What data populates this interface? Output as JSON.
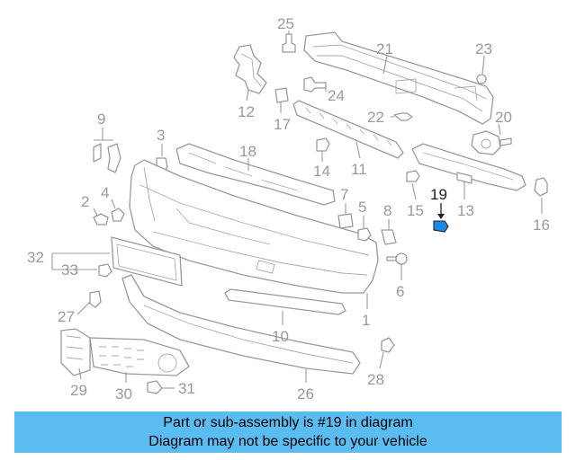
{
  "diagram": {
    "highlight_color": "#1e88e5",
    "line_color": "#9a9a9a",
    "labels": {
      "n1": "1",
      "n2": "2",
      "n3": "3",
      "n4": "4",
      "n5": "5",
      "n6": "6",
      "n7": "7",
      "n8": "8",
      "n9": "9",
      "n10": "10",
      "n11": "11",
      "n12": "12",
      "n13": "13",
      "n14": "14",
      "n15": "15",
      "n16": "16",
      "n17": "17",
      "n18": "18",
      "n19": "19",
      "n20": "20",
      "n21": "21",
      "n22": "22",
      "n23": "23",
      "n24": "24",
      "n25": "25",
      "n26": "26",
      "n27": "27",
      "n28": "28",
      "n29": "29",
      "n30": "30",
      "n31": "31",
      "n32": "32",
      "n33": "33"
    },
    "highlighted_part": "19"
  },
  "banner": {
    "background": "#5bbcf2",
    "line1": "Part or sub-assembly is #19 in diagram",
    "line2": "Diagram may not be specific to your vehicle"
  }
}
